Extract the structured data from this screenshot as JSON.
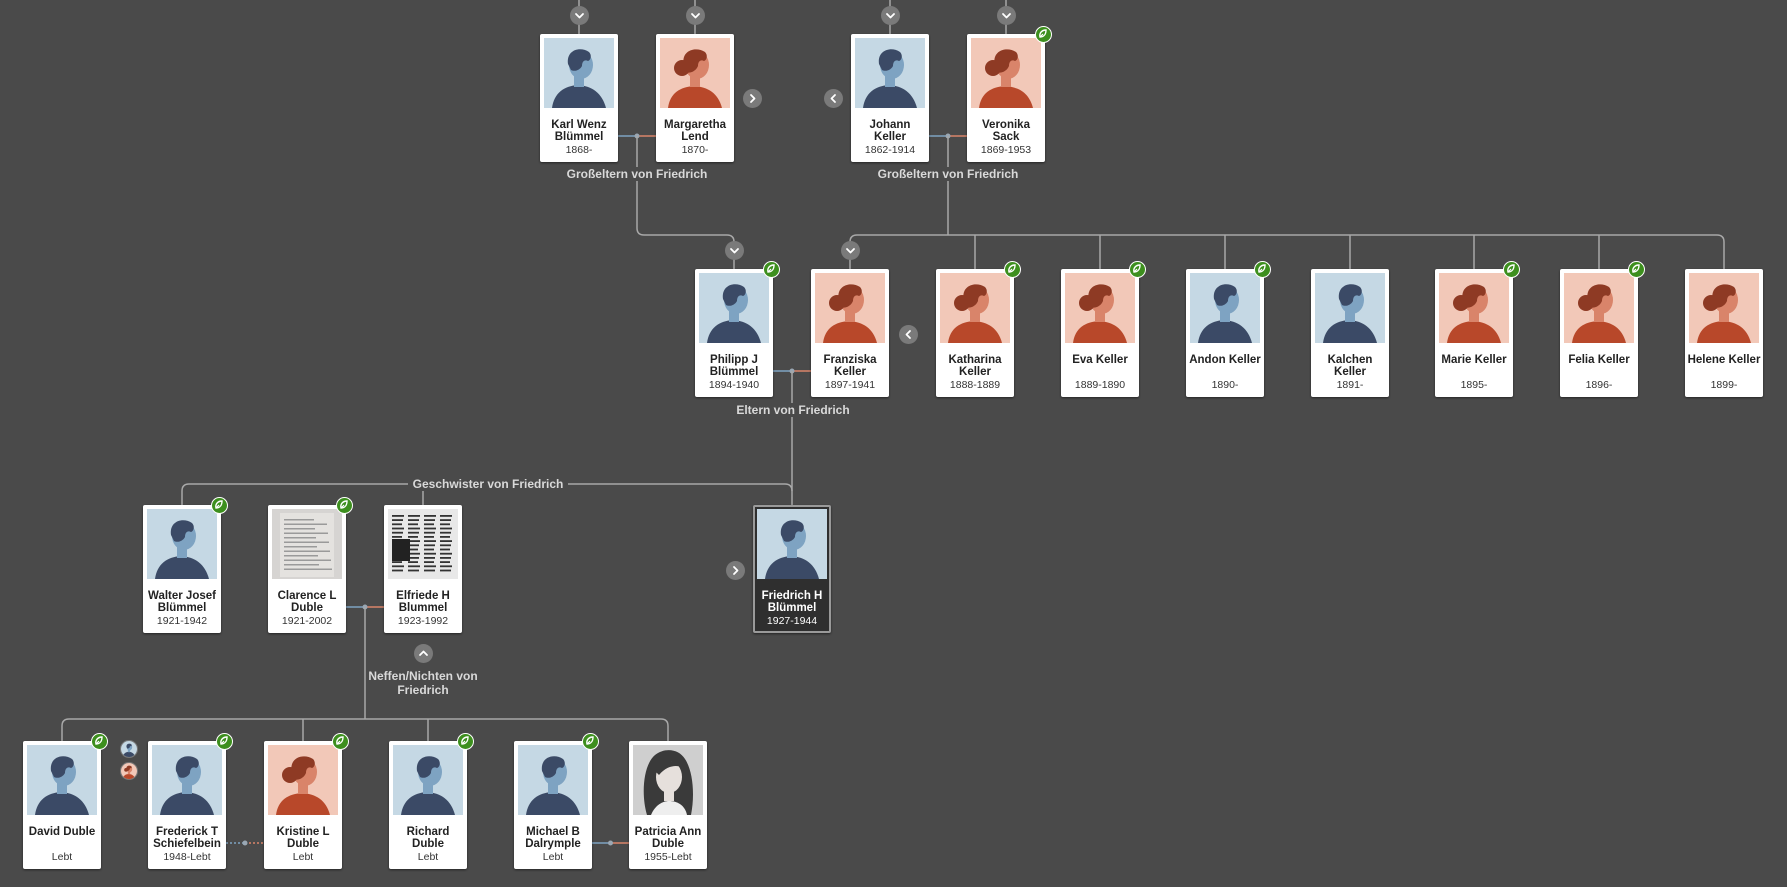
{
  "group_labels": {
    "grandparents_paternal": "Großeltern von Friedrich",
    "grandparents_maternal": "Großeltern von Friedrich",
    "parents": "Eltern von Friedrich",
    "siblings": "Geschwister von Friedrich",
    "nephews_nieces": "Neffen/Nichten von Friedrich"
  },
  "people": {
    "karl": {
      "name": "Karl Wenz Blümmel",
      "dates": "1868-",
      "gender": "male",
      "hint": false
    },
    "margaretha": {
      "name": "Margaretha Lend",
      "dates": "1870-",
      "gender": "female",
      "hint": false
    },
    "johann": {
      "name": "Johann Keller",
      "dates": "1862-1914",
      "gender": "male",
      "hint": false
    },
    "veronika": {
      "name": "Veronika Sack",
      "dates": "1869-1953",
      "gender": "female",
      "hint": true
    },
    "philipp": {
      "name": "Philipp J Blümmel",
      "dates": "1894-1940",
      "gender": "male",
      "hint": true
    },
    "franziska": {
      "name": "Franziska Keller",
      "dates": "1897-1941",
      "gender": "female",
      "hint": false
    },
    "katharina": {
      "name": "Katharina Keller",
      "dates": "1888-1889",
      "gender": "female",
      "hint": true
    },
    "eva": {
      "name": "Eva Keller",
      "dates": "1889-1890",
      "gender": "female",
      "hint": true
    },
    "andon": {
      "name": "Andon Keller",
      "dates": "1890-",
      "gender": "male",
      "hint": true
    },
    "kalchen": {
      "name": "Kalchen Keller",
      "dates": "1891-",
      "gender": "male",
      "hint": false
    },
    "marie": {
      "name": "Marie Keller",
      "dates": "1895-",
      "gender": "female",
      "hint": true
    },
    "felia": {
      "name": "Felia Keller",
      "dates": "1896-",
      "gender": "female",
      "hint": true
    },
    "helene": {
      "name": "Helene Keller",
      "dates": "1899-",
      "gender": "female",
      "hint": false
    },
    "walter": {
      "name": "Walter Josef Blümmel",
      "dates": "1921-1942",
      "gender": "male",
      "hint": true
    },
    "clarence": {
      "name": "Clarence L Duble",
      "dates": "1921-2002",
      "gender": "document",
      "hint": true
    },
    "elfriede": {
      "name": "Elfriede H Blummel",
      "dates": "1923-1992",
      "gender": "newspaper",
      "hint": false
    },
    "friedrich": {
      "name": "Friedrich H Blümmel",
      "dates": "1927-1944",
      "gender": "male",
      "hint": false
    },
    "david": {
      "name": "David Duble",
      "dates": "Lebt",
      "gender": "male",
      "hint": true
    },
    "frederick": {
      "name": "Frederick T Schiefelbein",
      "dates": "1948-Lebt",
      "gender": "male",
      "hint": true
    },
    "kristine": {
      "name": "Kristine L Duble",
      "dates": "Lebt",
      "gender": "female",
      "hint": true
    },
    "richard": {
      "name": "Richard Duble",
      "dates": "Lebt",
      "gender": "male",
      "hint": true
    },
    "michael": {
      "name": "Michael B Dalrymple",
      "dates": "Lebt",
      "gender": "male",
      "hint": true
    },
    "patricia": {
      "name": "Patricia Ann Duble",
      "dates": "1955-Lebt",
      "gender": "photo",
      "hint": false
    }
  },
  "colors": {
    "background": "#4a4a4a",
    "male_bg": "#c5d8e4",
    "female_bg": "#f2c8b8",
    "hint_green": "#3d8f1e",
    "line": "#a8a8a8",
    "male_line": "#7ea3c2",
    "female_line": "#d9846a"
  }
}
